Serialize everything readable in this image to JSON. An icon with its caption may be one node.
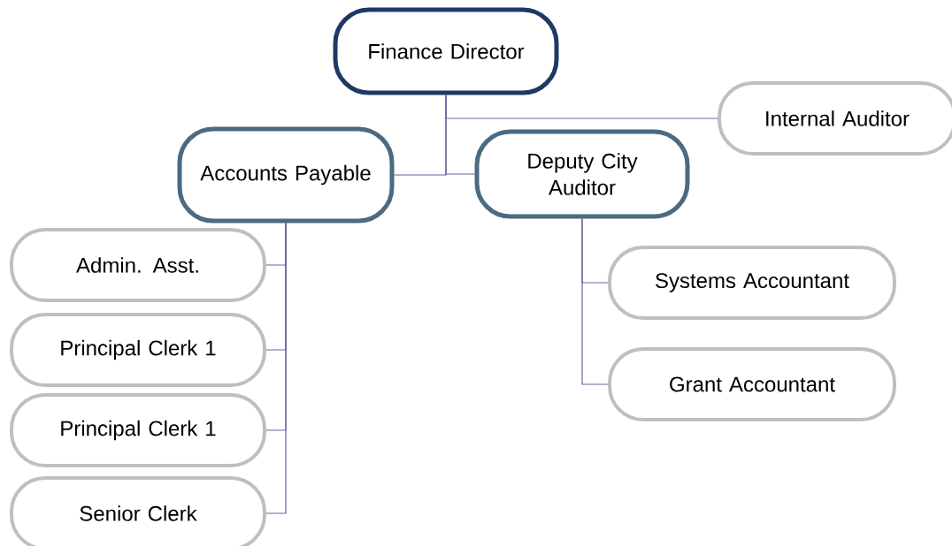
{
  "diagram": {
    "nodes": [
      {
        "text": [
          "Finance Director"
        ]
      },
      {
        "text": [
          "Internal Auditor"
        ]
      },
      {
        "text": [
          "Accounts Payable"
        ]
      },
      {
        "text": [
          "Deputy City Auditor"
        ]
      },
      {
        "text": [
          "Admin. Asst."
        ]
      },
      {
        "text": [
          "Principal Clerk 1"
        ]
      },
      {
        "text": [
          "Principal Clerk 1"
        ]
      },
      {
        "text": [
          "Senior Clerk"
        ]
      },
      {
        "text": [
          "Systems Accountant"
        ]
      },
      {
        "text": [
          "Grant Accountant"
        ]
      }
    ],
    "edges": [
      {
        "from": 0,
        "to": 1,
        "arrow": "none"
      },
      {
        "from": 0,
        "to": 2,
        "arrow": "none"
      },
      {
        "from": 0,
        "to": 3,
        "arrow": "none"
      },
      {
        "from": 2,
        "to": 4,
        "arrow": "none"
      },
      {
        "from": 2,
        "to": 5,
        "arrow": "none"
      },
      {
        "from": 2,
        "to": 6,
        "arrow": "none"
      },
      {
        "from": 2,
        "to": 7,
        "arrow": "none"
      },
      {
        "from": 3,
        "to": 8,
        "arrow": "none"
      },
      {
        "from": 3,
        "to": 9,
        "arrow": "none"
      }
    ]
  }
}
